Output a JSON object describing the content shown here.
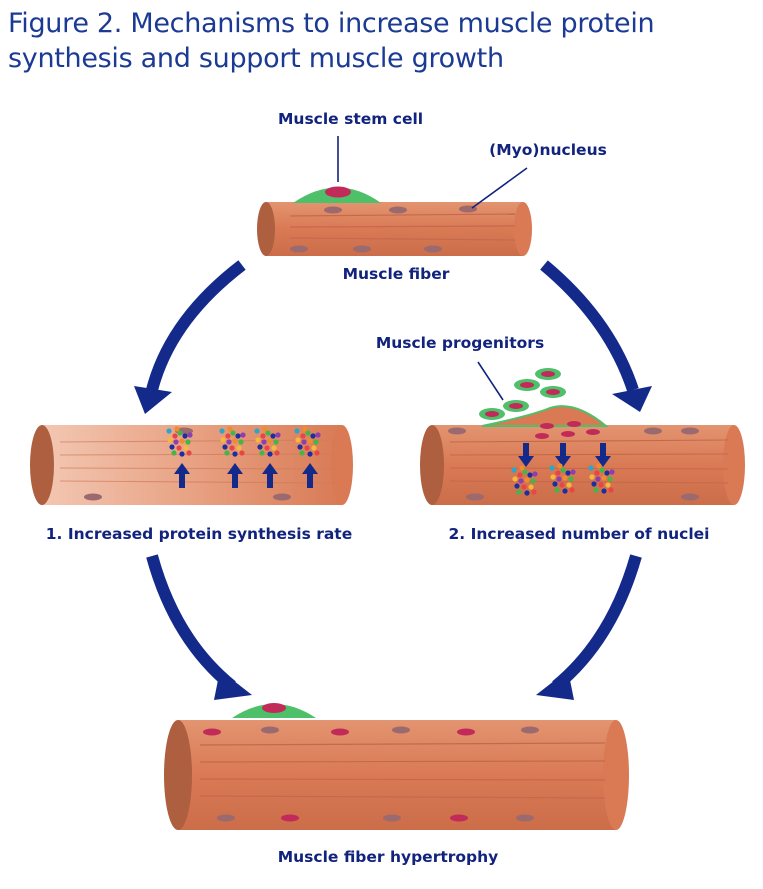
{
  "title": {
    "line1": "Figure 2. Mechanisms to increase muscle protein",
    "line2": "synthesis and support muscle growth"
  },
  "labels": {
    "stem_cell": "Muscle stem cell",
    "myonucleus": "(Myo)nucleus",
    "fiber": "Muscle fiber",
    "progenitors": "Muscle progenitors",
    "mechanism1": "1. Increased protein synthesis rate",
    "mechanism2": "2. Increased number of nuclei",
    "hypertrophy": "Muscle fiber hypertrophy"
  },
  "colors": {
    "title": "#1b3a94",
    "label": "#12237e",
    "arrow": "#132a8a",
    "fiber": "#d97a55",
    "fiber_end": "#ad5f3f",
    "fiber_line": "#c6694a",
    "nucleus": "#9a6a6e",
    "nucleus_new": "#c22a59",
    "stem_cell": "#4fc06a"
  }
}
